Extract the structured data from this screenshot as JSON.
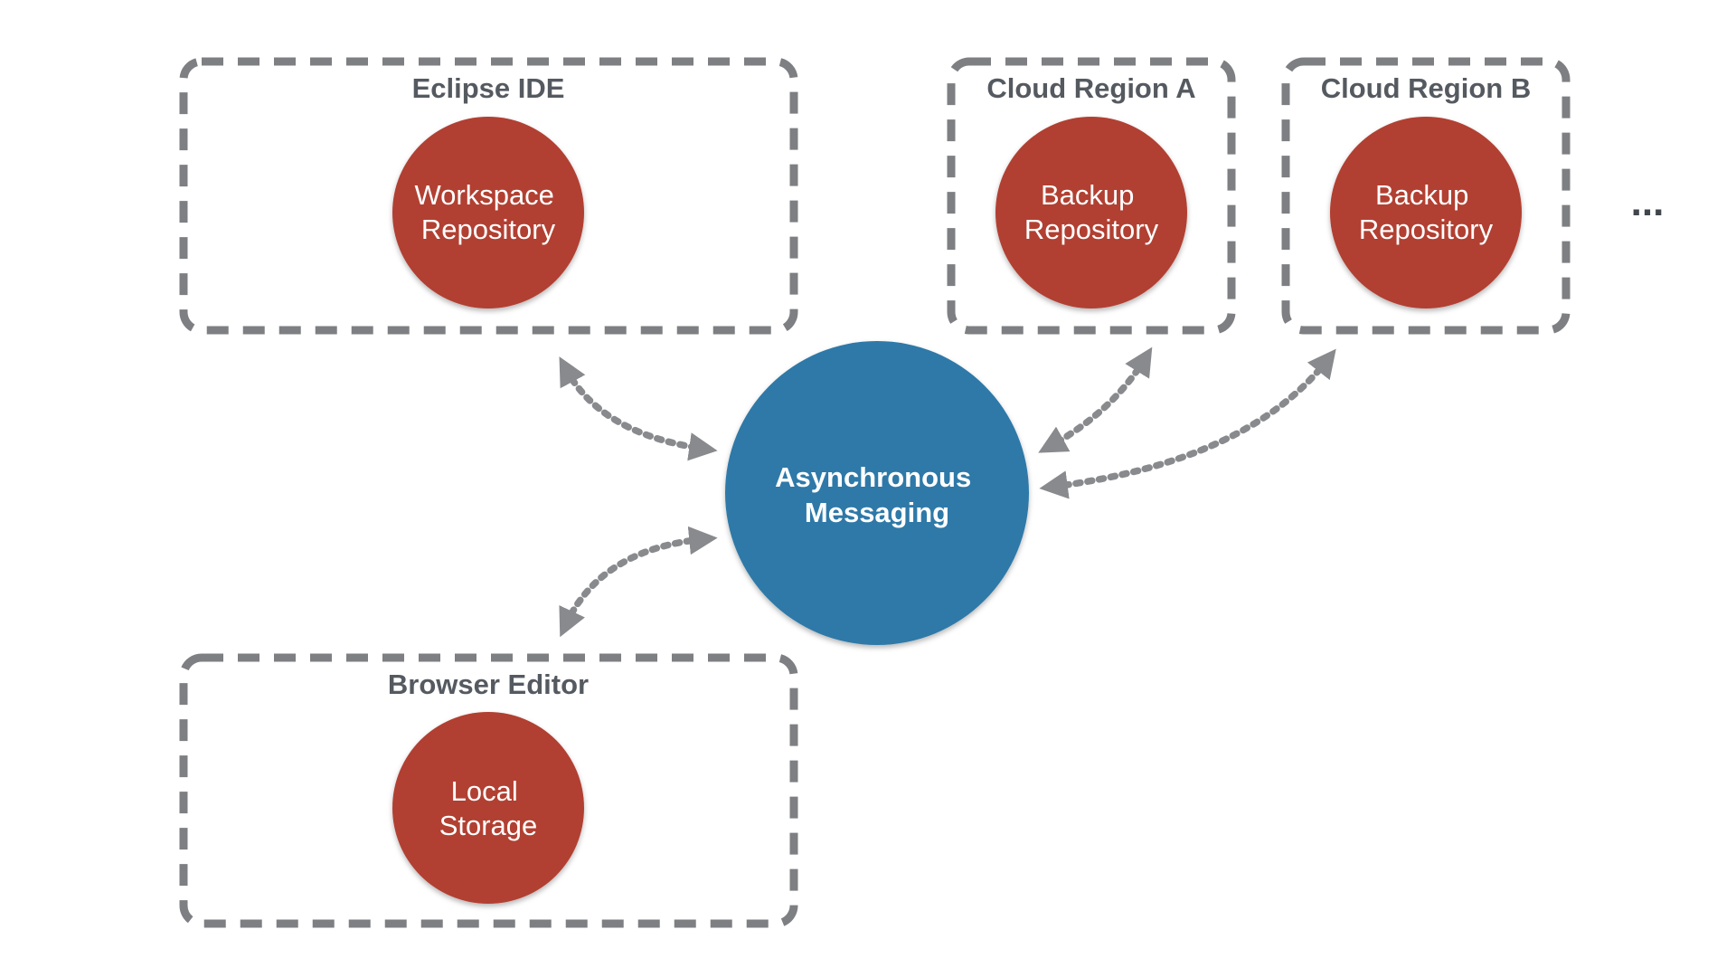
{
  "colors": {
    "container_border": "#7d7f82",
    "title_text": "#555a61",
    "red_node": "#b13f33",
    "blue_hub": "#2d79a8",
    "arrow": "#888a8d",
    "node_text": "#ffffff"
  },
  "containers": {
    "eclipse": {
      "title": "Eclipse IDE",
      "node": [
        "Workspace",
        "Repository"
      ]
    },
    "region_a": {
      "title": "Cloud Region A",
      "node": [
        "Backup",
        "Repository"
      ]
    },
    "region_b": {
      "title": "Cloud Region B",
      "node": [
        "Backup",
        "Repository"
      ]
    },
    "browser": {
      "title": "Browser Editor",
      "node": [
        "Local",
        "Storage"
      ]
    }
  },
  "hub": {
    "label": [
      "Asynchronous",
      "Messaging"
    ]
  },
  "ellipsis": "..."
}
